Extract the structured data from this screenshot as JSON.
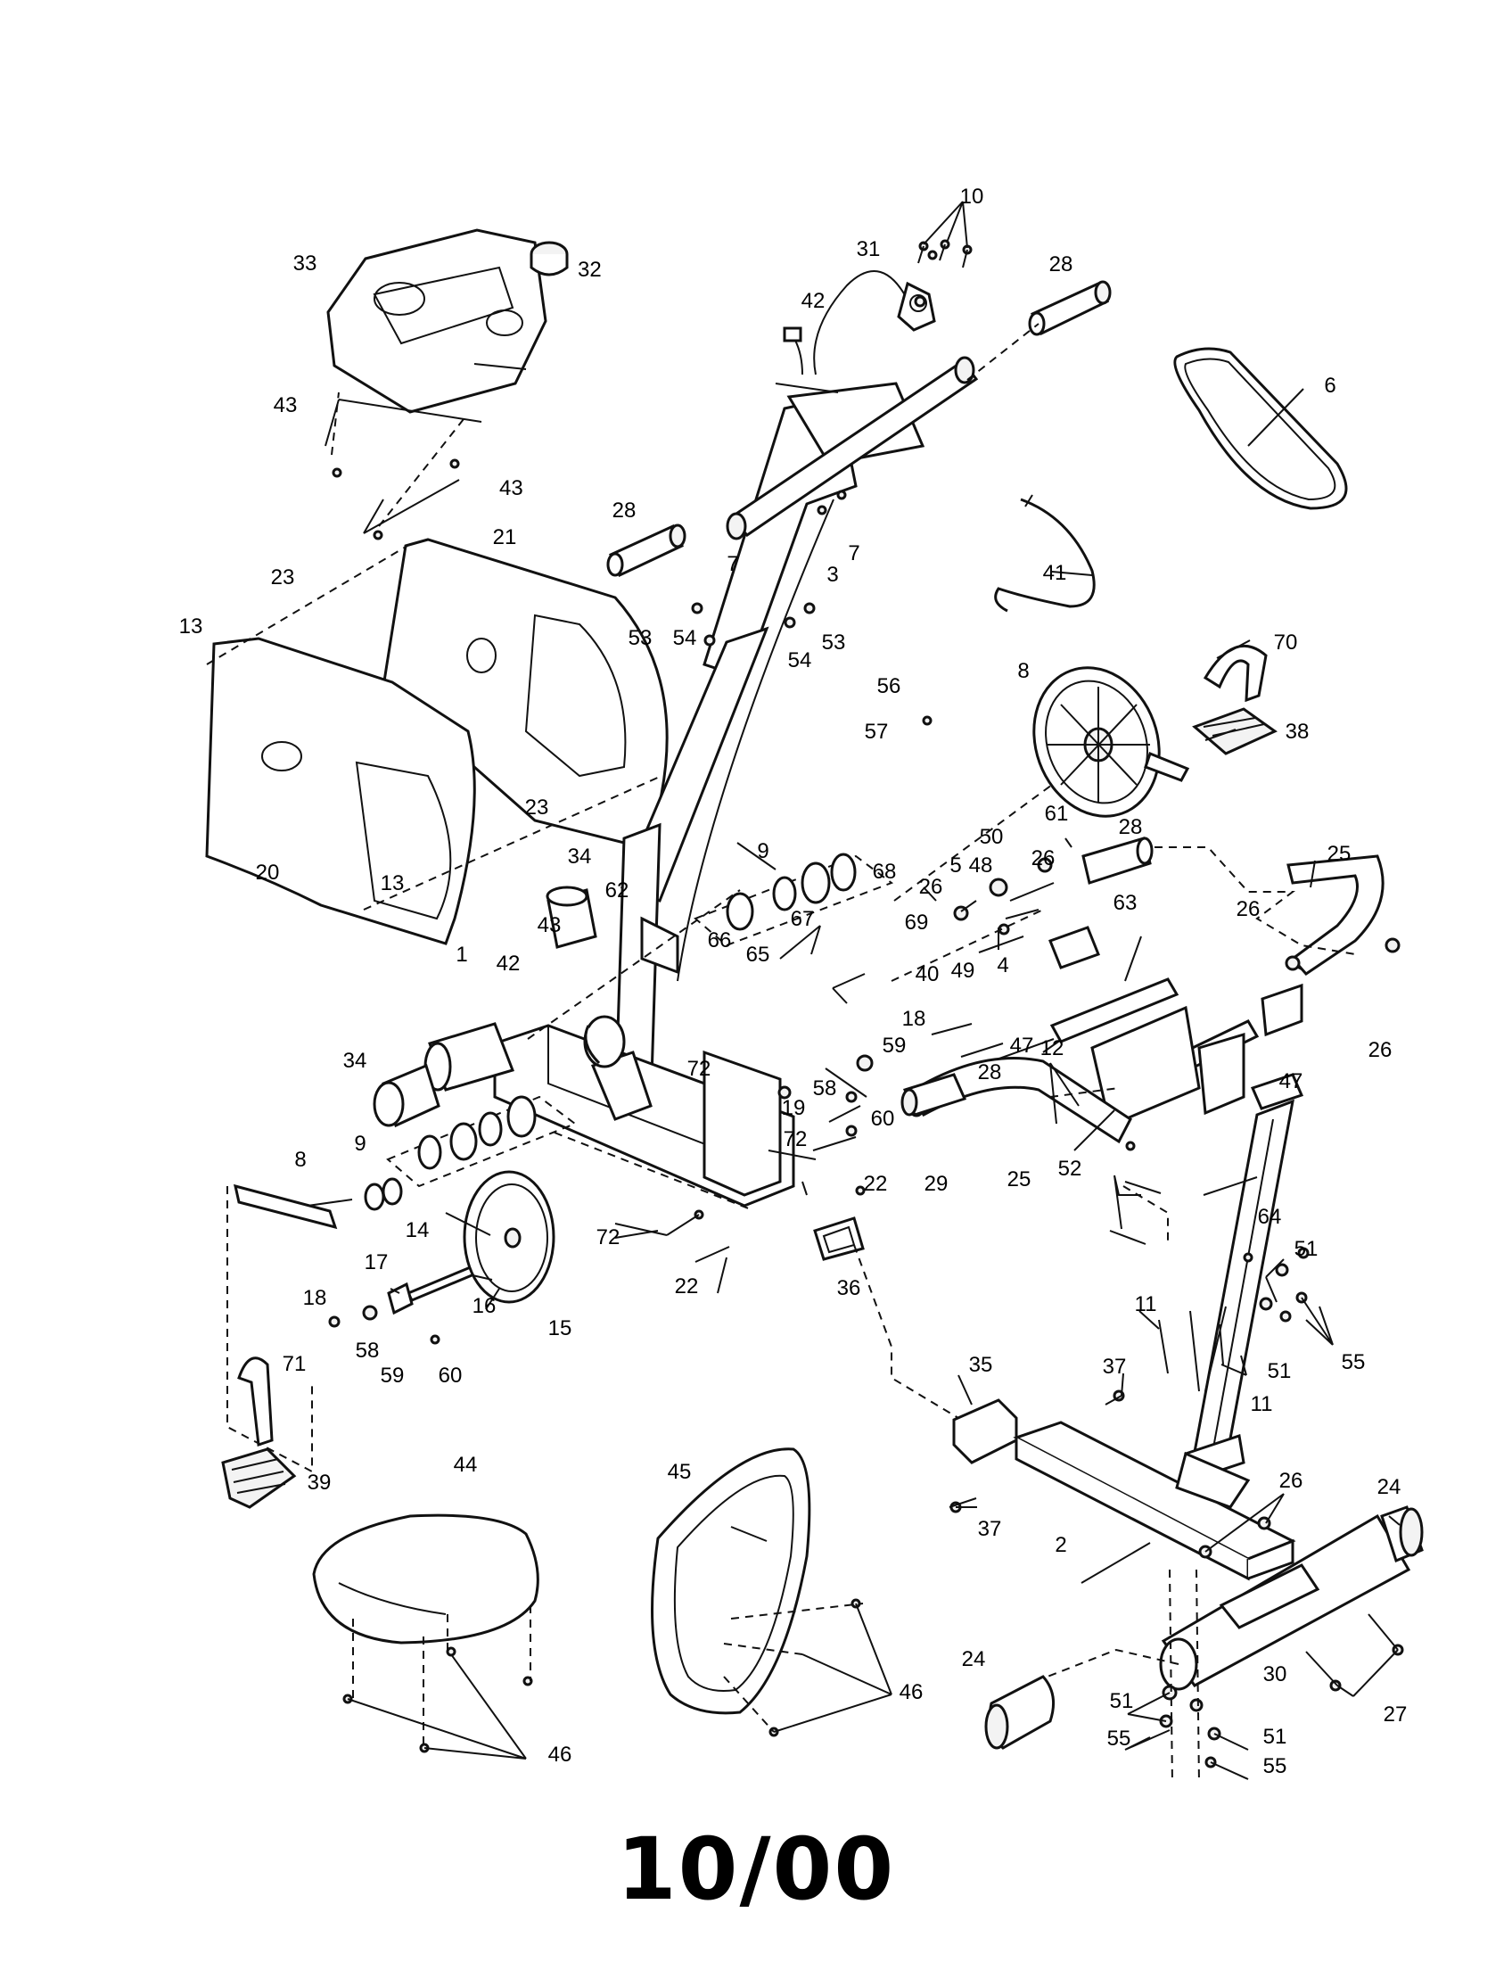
{
  "date_stamp": "10/00",
  "callouts": {
    "c1": "1",
    "c2": "2",
    "c3": "3",
    "c4": "4",
    "c5": "5",
    "c6": "6",
    "c7a": "7",
    "c7b": "7",
    "c8a": "8",
    "c8b": "8",
    "c9a": "9",
    "c9b": "9",
    "c10": "10",
    "c11a": "11",
    "c11b": "11",
    "c12": "12",
    "c13a": "13",
    "c13b": "13",
    "c14": "14",
    "c15": "15",
    "c16": "16",
    "c17": "17",
    "c18a": "18",
    "c18b": "18",
    "c19": "19",
    "c20": "20",
    "c21": "21",
    "c22a": "22",
    "c22b": "22",
    "c23a": "23",
    "c23b": "23",
    "c24a": "24",
    "c24b": "24",
    "c25a": "25",
    "c25b": "25",
    "c26a": "26",
    "c26b": "26",
    "c26c": "26",
    "c26d": "26",
    "c26e": "26",
    "c27": "27",
    "c28a": "28",
    "c28b": "28",
    "c28c": "28",
    "c28d": "28",
    "c29": "29",
    "c30": "30",
    "c31": "31",
    "c32": "32",
    "c33": "33",
    "c34a": "34",
    "c34b": "34",
    "c35": "35",
    "c36": "36",
    "c37a": "37",
    "c37b": "37",
    "c38": "38",
    "c39": "39",
    "c40": "40",
    "c41": "41",
    "c42a": "42",
    "c42b": "42",
    "c43a": "43",
    "c43b": "43",
    "c43c": "43",
    "c44": "44",
    "c45": "45",
    "c46a": "46",
    "c46b": "46",
    "c47a": "47",
    "c47b": "47",
    "c48": "48",
    "c49": "49",
    "c50": "50",
    "c51a": "51",
    "c51b": "51",
    "c51c": "51",
    "c51d": "51",
    "c52": "52",
    "c53a": "53",
    "c53b": "53",
    "c54a": "54",
    "c54b": "54",
    "c55a": "55",
    "c55b": "55",
    "c55c": "55",
    "c56": "56",
    "c57": "57",
    "c58a": "58",
    "c58b": "58",
    "c59a": "59",
    "c59b": "59",
    "c60a": "60",
    "c60b": "60",
    "c61": "61",
    "c62": "62",
    "c63": "63",
    "c64": "64",
    "c65": "65",
    "c66": "66",
    "c67": "67",
    "c68": "68",
    "c69": "69",
    "c70": "70",
    "c71": "71",
    "c72a": "72",
    "c72b": "72",
    "c72c": "72"
  }
}
